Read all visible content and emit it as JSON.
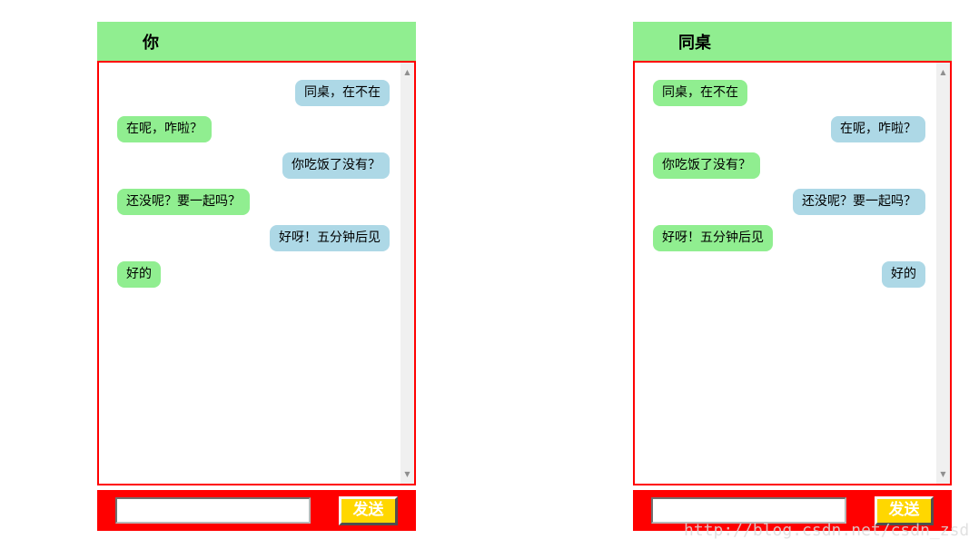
{
  "colors": {
    "green": "#90EE90",
    "blue": "#ADD8E6",
    "red": "#FF0000",
    "gold": "#FFD700",
    "send_text": "#FFFFFF",
    "scrollbar_track": "#F0F0F0",
    "scrollbar_arrow": "#8F8F8F",
    "watermark": "#DCDCDC"
  },
  "icons": {
    "scroll_up": "▲",
    "scroll_down": "▼"
  },
  "watermark": "http://blog.csdn.net/csdn_zsdf",
  "windows": [
    {
      "title": "你",
      "messages": [
        {
          "text": "同桌，在不在",
          "side": "right",
          "color": "blue"
        },
        {
          "text": "在呢，咋啦？",
          "side": "left",
          "color": "green"
        },
        {
          "text": "你吃饭了没有？",
          "side": "right",
          "color": "blue"
        },
        {
          "text": "还没呢？要一起吗？",
          "side": "left",
          "color": "green"
        },
        {
          "text": "好呀！五分钟后见",
          "side": "right",
          "color": "blue"
        },
        {
          "text": "好的",
          "side": "left",
          "color": "green"
        }
      ],
      "input_value": "",
      "send_label": "发送"
    },
    {
      "title": "同桌",
      "messages": [
        {
          "text": "同桌，在不在",
          "side": "left",
          "color": "green"
        },
        {
          "text": "在呢，咋啦？",
          "side": "right",
          "color": "blue"
        },
        {
          "text": "你吃饭了没有？",
          "side": "left",
          "color": "green"
        },
        {
          "text": "还没呢？要一起吗？",
          "side": "right",
          "color": "blue"
        },
        {
          "text": "好呀！五分钟后见",
          "side": "left",
          "color": "green"
        },
        {
          "text": "好的",
          "side": "right",
          "color": "blue"
        }
      ],
      "input_value": "",
      "send_label": "发送"
    }
  ]
}
